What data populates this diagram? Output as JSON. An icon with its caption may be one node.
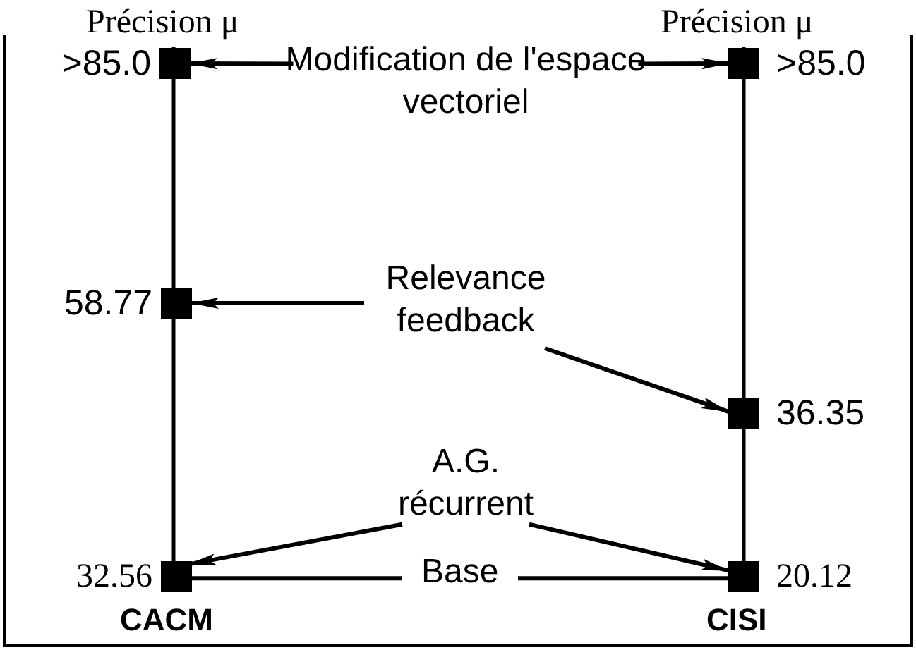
{
  "diagram": {
    "nodes": [
      {
        "text": [
          "Modification de l'espace vectoriel"
        ]
      },
      {
        "text": [
          "Relevance feedback"
        ]
      },
      {
        "text": [
          "A.G. récurrent"
        ]
      },
      {
        "text": [],
        "shape": "box",
        "beside": [
          ">85.0"
        ]
      },
      {
        "text": [],
        "shape": "box",
        "beside": [
          ">85.0"
        ]
      },
      {
        "text": [],
        "shape": "box",
        "beside": [
          "58.77"
        ]
      },
      {
        "text": [],
        "shape": "box",
        "beside": [
          "36.35"
        ]
      },
      {
        "text": [],
        "shape": "box",
        "beside": [
          "32.56"
        ]
      },
      {
        "text": [],
        "shape": "box",
        "beside": [
          "20.12"
        ]
      }
    ],
    "edges": [
      {
        "from": 0,
        "to": 3,
        "arrow": "to"
      },
      {
        "from": 0,
        "to": 4,
        "arrow": "to"
      },
      {
        "from": 1,
        "to": 5,
        "arrow": "to"
      },
      {
        "from": 1,
        "to": 6,
        "arrow": "to"
      },
      {
        "from": 2,
        "to": 7,
        "arrow": "to"
      },
      {
        "from": 2,
        "to": 8,
        "arrow": "to"
      },
      {
        "from": 7,
        "to": 8,
        "arrow": "none",
        "label": "Base"
      }
    ],
    "labels": [
      "Précision μ",
      "Précision μ",
      "CACM",
      "CISI"
    ]
  }
}
